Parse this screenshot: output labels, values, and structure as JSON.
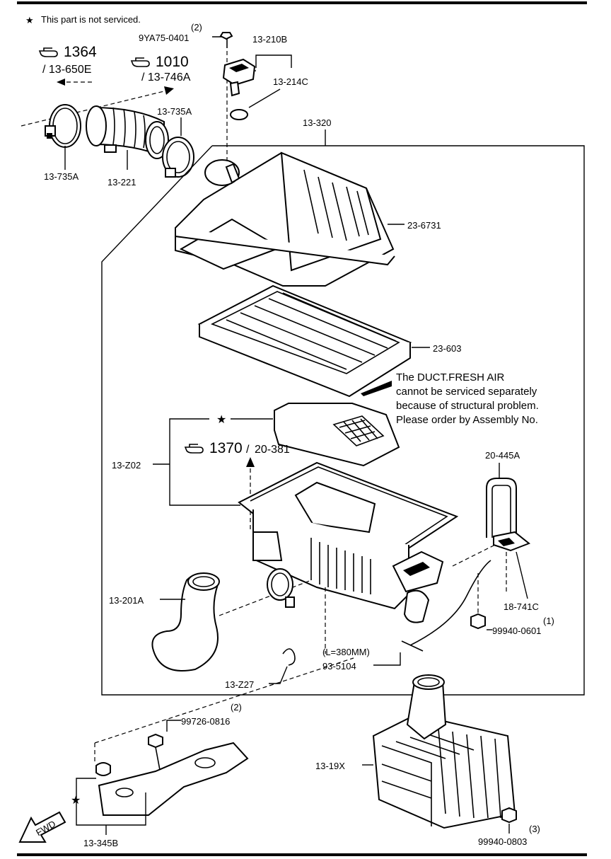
{
  "legend": {
    "star": "★",
    "text": "This part is not serviced."
  },
  "refs": {
    "r1364": {
      "num": "1364",
      "sub": "/ 13-650E"
    },
    "r1010": {
      "num": "1010",
      "sub": "/ 13-746A"
    },
    "r1370": {
      "num": "1370",
      "sub": "20-381"
    }
  },
  "labels": {
    "bolt_top_qty": "(2)",
    "bolt_top": "9YA75-0401",
    "p13_210B": "13-210B",
    "p13_214C": "13-214C",
    "p13_735A_top": "13-735A",
    "p13_735A_left": "13-735A",
    "p13_221": "13-221",
    "p13_320": "13-320",
    "p23_6731": "23-6731",
    "p23_603": "23-603",
    "p13_Z02": "13-Z02",
    "p20_445A": "20-445A",
    "p13_201A": "13-201A",
    "p18_741C": "18-741C",
    "nut1_qty": "(1)",
    "nut1": "99940-0601",
    "hose_len": "(L=380MM)",
    "p93_5104": "93-5104",
    "p13_Z27": "13-Z27",
    "bolt2_qty": "(2)",
    "bolt2": "99726-0816",
    "p13_19X": "13-19X",
    "p13_345B": "13-345B",
    "nut3_qty": "(3)",
    "nut3": "99940-0803",
    "fwd": "FWD"
  },
  "note": [
    "The DUCT.FRESH AIR",
    "cannot be serviced separately",
    "because of structural problem.",
    "Please order by Assembly No."
  ]
}
